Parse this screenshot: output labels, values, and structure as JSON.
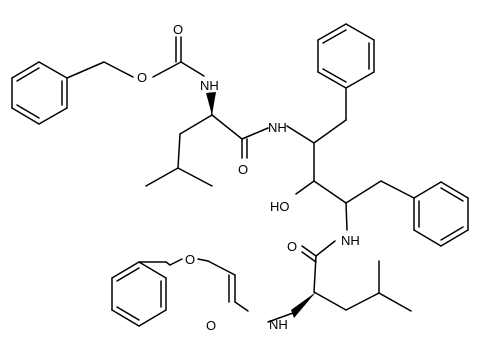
{
  "diagram": {
    "atom_labels": {
      "o_carbonyl_top": "O",
      "o_ester_top": "O",
      "nh_carbamate_top": "NH",
      "nh_amide_top": "NH",
      "o_amide_top": "O",
      "ho": "HO",
      "nh_amide_bottom": "NH",
      "o_amide_bottom": "O",
      "o_ester_bottom": "O",
      "o_carbonyl_bottom": "O",
      "nh_carbamate_bottom": "NH"
    },
    "colors": {
      "bond": "#000000",
      "background": "#ffffff"
    }
  }
}
